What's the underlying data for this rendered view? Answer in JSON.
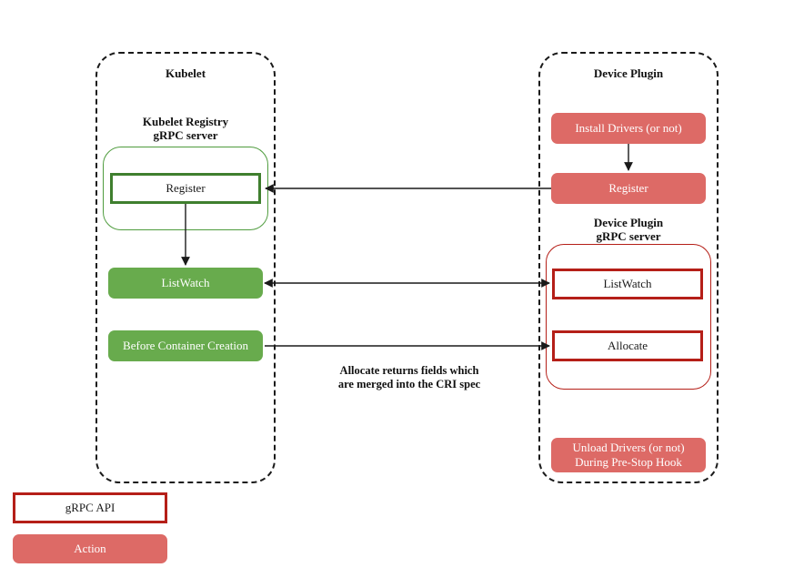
{
  "diagram": {
    "title_left": "Kubelet",
    "title_right": "Device Plugin",
    "containers": {
      "kubelet": {
        "label": "Kubelet",
        "grpc_server_label": "Kubelet Registry\ngRPC server",
        "boxes": {
          "register": "Register",
          "listwatch": "ListWatch",
          "before_container_creation": "Before Container Creation"
        }
      },
      "device_plugin": {
        "label": "Device Plugin",
        "grpc_server_label": "Device Plugin\ngRPC server",
        "boxes": {
          "install_drivers": "Install Drivers (or not)",
          "register": "Register",
          "listwatch": "ListWatch",
          "allocate": "Allocate",
          "unload_drivers": "Unload Drivers (or not)\nDuring Pre-Stop Hook"
        }
      }
    },
    "annotation": "Allocate returns fields which\nare merged into the CRI spec",
    "legend": {
      "grpc_api_label": "gRPC API",
      "action_label": "Action"
    },
    "colors": {
      "green_fill": "#68ab4d",
      "green_border": "#3f7f2e",
      "green_outline": "#4f9c3e",
      "red_fill": "#dd6a66",
      "red_border": "#b51f18",
      "line": "#1a1a1a",
      "text_dark": "#111111",
      "text_light": "#ffffff",
      "background": "#ffffff"
    }
  }
}
